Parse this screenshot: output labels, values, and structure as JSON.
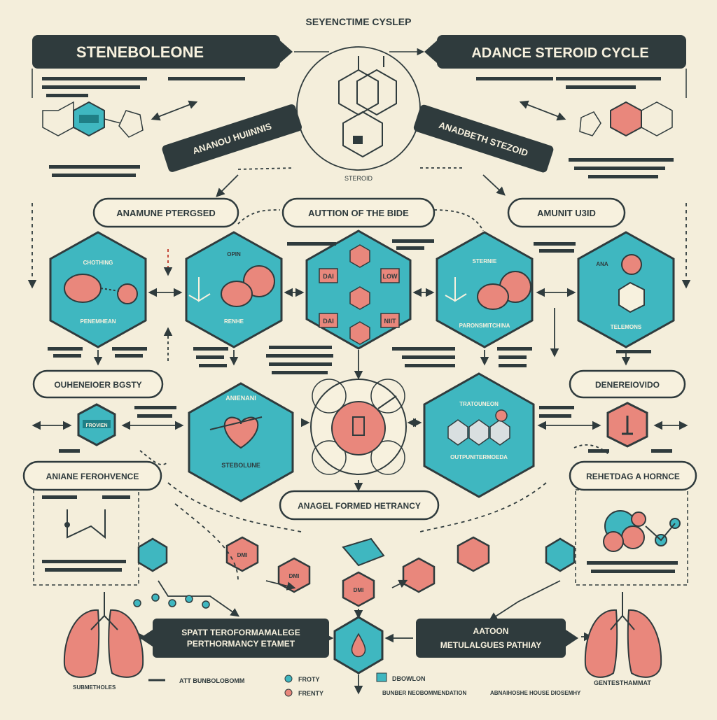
{
  "title": "SEYENCTIME CYSLEP",
  "banners": {
    "left": "STENEBOLEONE",
    "right": "ADANCE STEROID CYCLE",
    "diag_left": "ANANOU HUIINNIS",
    "diag_right": "ANADBETH STEZOID",
    "top_center_caption": "STEROID"
  },
  "row_labels": {
    "left": "ANAMUNE PTERGSED",
    "center": "AUTTION OF THE BIDE",
    "right": "AMUNIT U3ID"
  },
  "side_labels": {
    "left_mid": "OUHENEIOER BGSTY",
    "right_mid": "DENEREIOVIDO",
    "left_low": "ANIANE FEROHVENCE",
    "right_low": "REHETDAG A HORNCE",
    "center_low": "ANAGEL FORMED HETRANCY"
  },
  "bottom_boxes": {
    "left": "SPATT TEROFORMAMALEGE PERTHORMANCY ETAMET",
    "right_title": "AATOON",
    "right_sub": "METULALGUES PATHIAY"
  },
  "hex_labels": {
    "h1_top": "CHOTHING",
    "h1_bot": "PENEMHEAN",
    "h2_top": "OPIN",
    "h2_bot": "RENHE",
    "h3_tl": "DAI",
    "h3_tr": "LOW",
    "h3_bl": "DAI",
    "h3_br": "NIIT",
    "h4_top": "STERNIE",
    "h4_bot": "PARONSMITCHINA",
    "h5_top": "ANA",
    "h5_bot": "TELEMONS",
    "h6_top": "ANIENANI",
    "h6_bot": "STEBOLUNE",
    "h7_top": "TRATOUNEON",
    "h7_bot": "OUTPUNITERMOEDA",
    "small_left": "FROVIEN",
    "small_row": [
      "DMI",
      "DMI",
      "DMI"
    ]
  },
  "legend": {
    "line": "ATT BUNBOLOBOMM",
    "teal_dot": "FROTY",
    "pink_dot": "FRENTY",
    "teal_sq": "DBOWLON",
    "pink_text": "BUNBER NEOBOMMENDATION",
    "pink_text2": "ABNAIHOSHE HOUSE DIOSEMHY",
    "right_note": "GENTESTHAMMAT",
    "lungs_left": "SUBMETHOLES"
  },
  "colors": {
    "background": "#f4eedb",
    "teal": "#3fb7c0",
    "teal_dark": "#1f7f86",
    "pink": "#e9877c",
    "dark": "#2f3b3d",
    "cream": "#f7f1de"
  }
}
